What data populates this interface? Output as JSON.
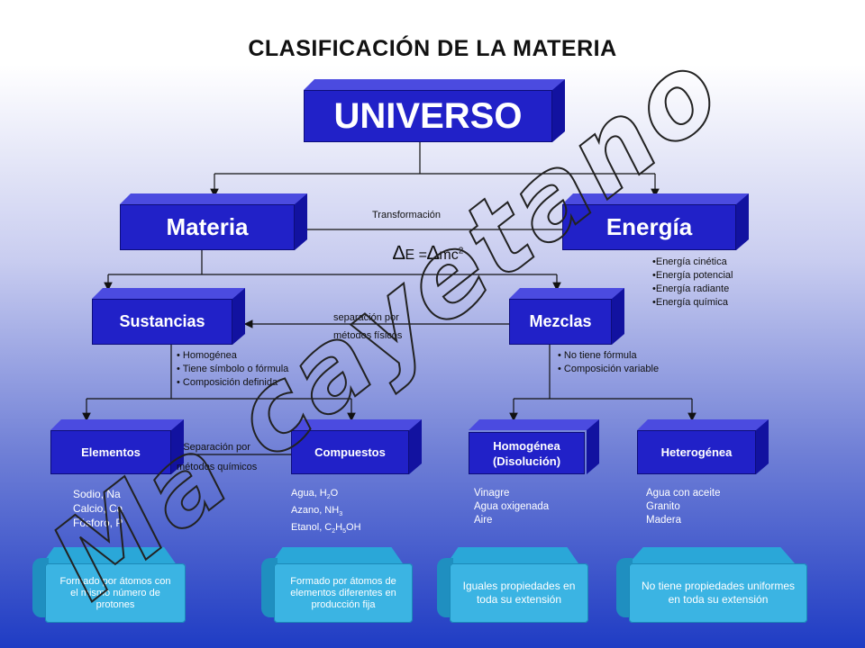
{
  "title": "CLASIFICACIÓN DE LA MATERIA",
  "nodes": {
    "universo": "UNIVERSO",
    "materia": "Materia",
    "energia": "Energía",
    "sustancias": "Sustancias",
    "mezclas": "Mezclas",
    "elementos": "Elementos",
    "compuestos": "Compuestos",
    "homogenea": "Homogénea (Disolución)",
    "heterogenea": "Heterogénea"
  },
  "edge_labels": {
    "transformacion": "Transformación",
    "formula_prefix": "E =",
    "formula_suffix": "mc",
    "separacion_fisicos_1": "separación por",
    "separacion_fisicos_2": "métodos físicos",
    "separacion_quimicos_1": "Separación por",
    "separacion_quimicos_2": "métodos químicos"
  },
  "energy_types": [
    "•Energía cinética",
    "•Energía potencial",
    "•Energía radiante",
    "•Energía química"
  ],
  "sustancias_props": [
    "• Homogénea",
    "• Tiene símbolo o fórmula",
    "• Composición definida"
  ],
  "mezclas_props": [
    "• No tiene fórmula",
    "• Composición variable"
  ],
  "examples": {
    "elementos": [
      "Sodio, Na",
      "Calcio, Ca",
      "Fósforo, P"
    ],
    "homogenea": [
      "Vinagre",
      "Agua oxigenada",
      "Aire"
    ],
    "heterogenea": [
      "Agua con aceite",
      "Granito",
      "Madera"
    ]
  },
  "descriptions": {
    "elementos": "Formado por átomos con el mismo número de protones",
    "compuestos": "Formado por átomos de elementos diferentes en producción fija",
    "homogenea": "Iguales propiedades en toda su extensión",
    "heterogenea": "No tiene propiedades uniformes en toda su extensión"
  },
  "watermark": "Ma cayetano",
  "colors": {
    "box": "#2121c8",
    "cylinder": "#3bb4e3",
    "connector": "#111111"
  }
}
